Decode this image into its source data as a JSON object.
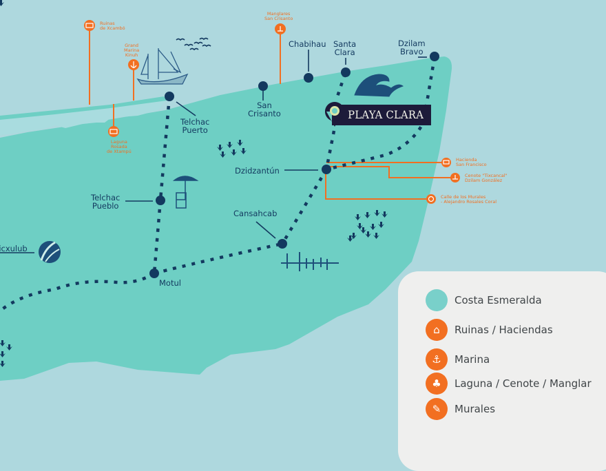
{
  "colors": {
    "sea": "#aed8de",
    "land": "#6ecfc4",
    "lagoon": "#a9dcdf",
    "route": "#13395f",
    "accent": "#f26f21",
    "badge": "#1d1b3a",
    "legend_bg": "#efefee"
  },
  "towns": {
    "telchac_puerto": "Telchac\nPuerto",
    "san_crisanto": "San\nCrisanto",
    "chabihau": "Chabihau",
    "santa_clara": "Santa\nClara",
    "dzilam_bravo": "Dzilam\nBravo",
    "dzidzantun": "Dzidzantún",
    "telchac_pueblo": "Telchac\nPueblo",
    "cansahcab": "Cansahcab",
    "motul": "Motul",
    "chicxulub": "Chicxulub"
  },
  "points_of_interest": {
    "ruinas_xcambo": "Ruinas\nde Xcambó",
    "grand_marina": "Grand\nMarina\nKinuh",
    "laguna_rosada": "Laguna\nRosada\nde Xtampú",
    "manglares": "Manglares\nSan Crisanto",
    "hacienda": "Hacienda\nSan Francisco",
    "cenote": "Cenote \"Tixcancal\"\nDzilam González",
    "murales": "Calle de los Murales\n- Alejandro Rosales Coral"
  },
  "highlight": {
    "label": "PLAYA CLARA",
    "icon": "map-pin-icon"
  },
  "legend": {
    "items": [
      {
        "label": "Costa Esmeralda",
        "icon": "teal-dot-icon"
      },
      {
        "label": "Ruinas / Haciendas",
        "icon": "hacienda-icon"
      },
      {
        "label": "Marina",
        "icon": "anchor-icon"
      },
      {
        "label": "Laguna / Cenote / Manglar",
        "icon": "mangrove-icon"
      },
      {
        "label": "Murales",
        "icon": "palette-icon"
      }
    ]
  }
}
